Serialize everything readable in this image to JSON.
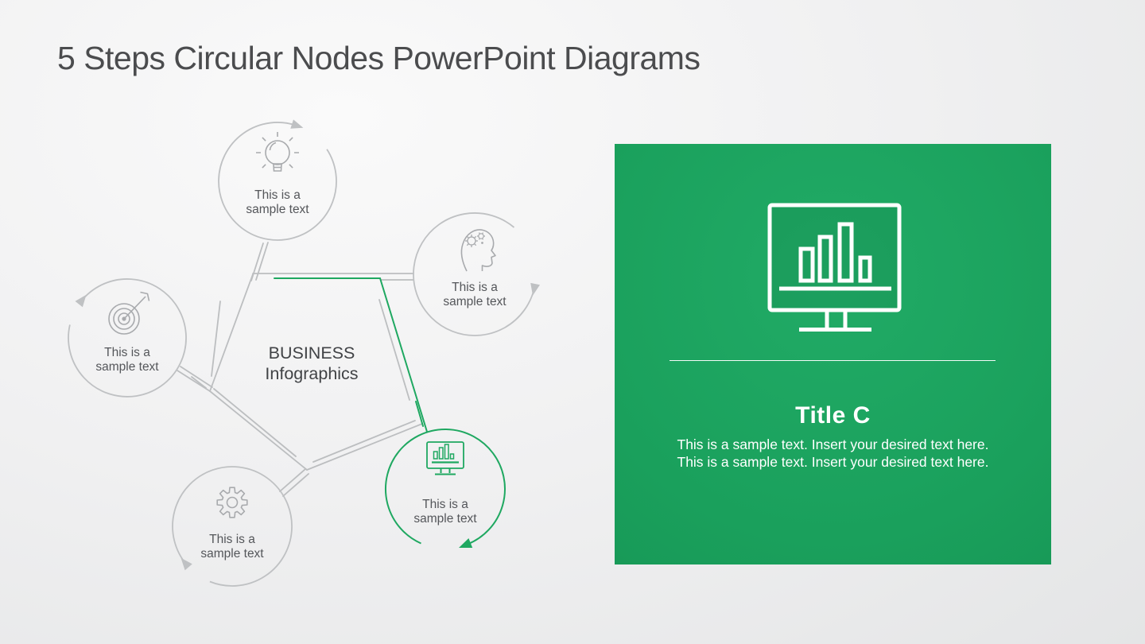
{
  "slide": {
    "title": "5 Steps Circular Nodes PowerPoint Diagrams"
  },
  "diagram": {
    "center": {
      "line1": "BUSINESS",
      "line2": "Infographics"
    },
    "nodes": [
      {
        "id": "idea",
        "icon": "lightbulb-icon",
        "label_line1": "This is a",
        "label_line2": "sample text",
        "highlighted": false
      },
      {
        "id": "thinking",
        "icon": "head-gears-icon",
        "label_line1": "This is a",
        "label_line2": "sample text",
        "highlighted": false
      },
      {
        "id": "targeting",
        "icon": "target-icon",
        "label_line1": "This is a",
        "label_line2": "sample text",
        "highlighted": false
      },
      {
        "id": "process",
        "icon": "gear-icon",
        "label_line1": "This is a",
        "label_line2": "sample text",
        "highlighted": false
      },
      {
        "id": "analytics",
        "icon": "monitor-chart-icon",
        "label_line1": "This is a",
        "label_line2": "sample text",
        "highlighted": true
      }
    ]
  },
  "panel": {
    "icon": "monitor-bar-chart-icon",
    "title": "Title C",
    "body": "This is a sample text. Insert your desired text here. This is a sample text. Insert your desired text here."
  },
  "colors": {
    "accent_green": "#1fa861",
    "sketch_gray": "#bcbec0",
    "icon_gray": "#a8aaad",
    "text_dark": "#54565a",
    "title_gray": "#4b4c4e"
  }
}
